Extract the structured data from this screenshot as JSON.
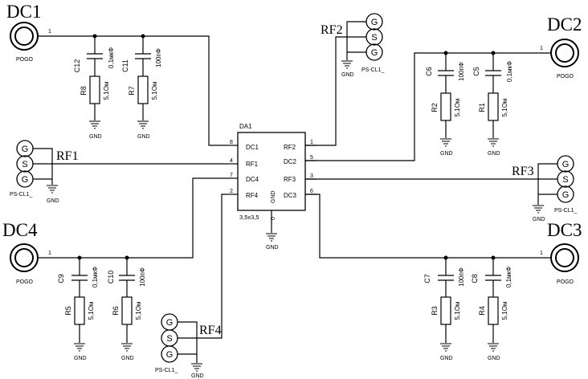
{
  "dc_pogo": {
    "dc1": {
      "label": "DC1",
      "sub": "POGO",
      "pin": "1"
    },
    "dc2": {
      "label": "DC2",
      "sub": "POGO",
      "pin": "1"
    },
    "dc3": {
      "label": "DC3",
      "sub": "POGO",
      "pin": "1"
    },
    "dc4": {
      "label": "DC4",
      "sub": "POGO",
      "pin": "1"
    }
  },
  "rf_conn": {
    "rf1": {
      "label": "RF1",
      "sub": "PS-CL1_"
    },
    "rf2": {
      "label": "RF2",
      "sub": "PS-CL1_"
    },
    "rf3": {
      "label": "RF3",
      "sub": "PS-CL1_"
    },
    "rf4": {
      "label": "RF4",
      "sub": "PS-CL1_"
    },
    "pins": [
      "G",
      "S",
      "G"
    ]
  },
  "chip": {
    "name": "DA1",
    "package": "3,5x3,5",
    "gnd_pin": "GND",
    "gnd_num": "0",
    "left_pins": [
      {
        "num": "8",
        "name": "DC1"
      },
      {
        "num": "4",
        "name": "RF1"
      },
      {
        "num": "7",
        "name": "DC4"
      },
      {
        "num": "2",
        "name": "RF4"
      }
    ],
    "right_pins": [
      {
        "num": "1",
        "name": "RF2"
      },
      {
        "num": "5",
        "name": "DC2"
      },
      {
        "num": "3",
        "name": "RF3"
      },
      {
        "num": "6",
        "name": "DC3"
      }
    ]
  },
  "gnd": "GND",
  "parts": {
    "c12": {
      "ref": "C12",
      "val": "0,1мкФ"
    },
    "c11": {
      "ref": "C11",
      "val": "100пФ"
    },
    "r8": {
      "ref": "R8",
      "val": "5,1Ом"
    },
    "r7": {
      "ref": "R7",
      "val": "5,1Ом"
    },
    "c6": {
      "ref": "C6",
      "val": "100пФ"
    },
    "c5": {
      "ref": "C5",
      "val": "0,1мкФ"
    },
    "r2": {
      "ref": "R2",
      "val": "5,1Ом"
    },
    "r1": {
      "ref": "R1",
      "val": "5,1Ом"
    },
    "c9": {
      "ref": "C9",
      "val": "0,1мкФ"
    },
    "c10": {
      "ref": "C10",
      "val": "100пФ"
    },
    "r5": {
      "ref": "R5",
      "val": "5,1Ом"
    },
    "r6": {
      "ref": "R6",
      "val": "5,1Ом"
    },
    "c7": {
      "ref": "C7",
      "val": "100пФ"
    },
    "c8": {
      "ref": "C8",
      "val": "0,1мкФ"
    },
    "r3": {
      "ref": "R3",
      "val": "5,1Ом"
    },
    "r4": {
      "ref": "R4",
      "val": "5,1Ом"
    }
  }
}
